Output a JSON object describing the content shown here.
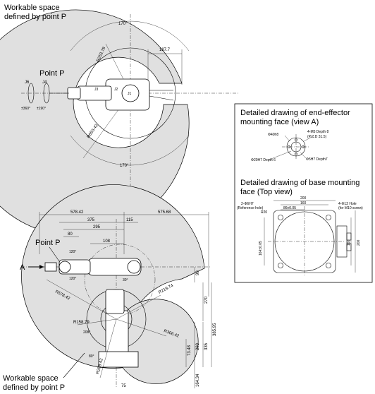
{
  "top_view": {
    "workable_label_1": "Workable space",
    "workable_label_2": "defined by point P",
    "point_p": "Point P",
    "j4": "J4",
    "j6": "J6",
    "j4_angle": "±190°",
    "j6_angle": "±360°",
    "angle_top": "170°",
    "angle_bottom": "170°",
    "dim_1877": "187.7",
    "dim_r2537": "R253.78",
    "dim_r650": "R650.42",
    "joint_j1": "J1",
    "joint_j2": "J2",
    "joint_j3": "J3"
  },
  "side_view": {
    "point_p": "Point P",
    "view_a": "A",
    "workable_label_1": "Workable space",
    "workable_label_2": "defined by point P",
    "dims_top": [
      "578.42",
      "575.68",
      "375",
      "115",
      "295",
      "80",
      "108"
    ],
    "dims_right": [
      "90",
      "270",
      "385.95",
      "335",
      "293",
      "73.48",
      "164.34",
      "75"
    ],
    "radii": [
      "R578.42",
      "R219.74",
      "R158.79",
      "R306.42",
      "R288.42"
    ],
    "angles": [
      "120°",
      "120°",
      "208°",
      "80°",
      "30°"
    ]
  },
  "detail_box": {
    "title_a_1": "Detailed drawing of end-effector",
    "title_a_2": "mounting face (view A)",
    "a_m5": "4-M5 Depth 8",
    "a_pcd": "(P.C.D 31.5)",
    "a_phi40": "Φ40h8",
    "a_phi20": "Φ20H7 Depth 6",
    "a_phi5": "Φ5H7 Depth7",
    "title_b_1": "Detailed drawing of base mounting",
    "title_b_2": "face (Top view)",
    "b_200": "200",
    "b_160": "160",
    "b_86": "86±0.05",
    "b_phi6": "2-Φ6H7",
    "b_ref": "(Reference hole)",
    "b_r20": "R20",
    "b_phi12": "4-Φ12 Hole",
    "b_m10": "(for M10 screw)",
    "b_164": "164±0.05",
    "b_200v": "200",
    "b_160v": "160"
  }
}
